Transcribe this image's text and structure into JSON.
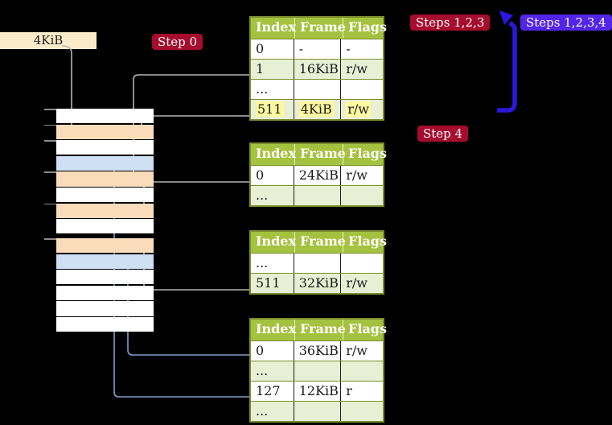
{
  "palette": {
    "background": "#000000",
    "label_box_bg": "#faecca",
    "badge_red": "#a60c2e",
    "badge_blue": "#5325e8",
    "badge_text": "#ffffff",
    "table_header_bg": "#a4c23f",
    "table_border": "#7d8c2e",
    "row_white": "#ffffff",
    "row_green": "#e9efd5",
    "highlight_yellow": "#fdf99e",
    "memory_free": "#ffffff",
    "memory_page_table": "#fbdcba",
    "memory_mapped_page": "#cfdff4",
    "connector_gray": "#b4b4b4",
    "connector_gray_head": "#a6a6a6",
    "connector_blue": "#7d9ecd",
    "connector_blue_head": "#5377b3",
    "recursive_arrow_blue": "#2b18dd",
    "tick_gray": "#8c8c8c"
  },
  "frame_label": {
    "text": "4KiB"
  },
  "badges": {
    "step0": "Step 0",
    "steps123": "Steps 1,2,3",
    "steps1234": "Steps 1,2,3,4",
    "step4": "Step 4"
  },
  "tables": [
    {
      "name": "page-table-level-4",
      "headers": [
        "Index",
        "Frame",
        "Flags"
      ],
      "rows": [
        {
          "cells": [
            "0",
            "-",
            "-"
          ]
        },
        {
          "cells": [
            "1",
            "16KiB",
            "r/w"
          ]
        },
        {
          "cells": [
            "...",
            "",
            ""
          ]
        },
        {
          "cells": [
            "511",
            "4KiB",
            "r/w"
          ],
          "highlight": true
        }
      ]
    },
    {
      "name": "page-table-level-3",
      "headers": [
        "Index",
        "Frame",
        "Flags"
      ],
      "rows": [
        {
          "cells": [
            "0",
            "24KiB",
            "r/w"
          ]
        },
        {
          "cells": [
            "...",
            "",
            ""
          ]
        }
      ]
    },
    {
      "name": "page-table-level-2",
      "headers": [
        "Index",
        "Frame",
        "Flags"
      ],
      "rows": [
        {
          "cells": [
            "...",
            "",
            ""
          ]
        },
        {
          "cells": [
            "511",
            "32KiB",
            "r/w"
          ]
        }
      ]
    },
    {
      "name": "page-table-level-1",
      "headers": [
        "Index",
        "Frame",
        "Flags"
      ],
      "rows": [
        {
          "cells": [
            "0",
            "36KiB",
            "r/w"
          ]
        },
        {
          "cells": [
            "...",
            "",
            ""
          ]
        },
        {
          "cells": [
            "127",
            "12KiB",
            "r"
          ]
        },
        {
          "cells": [
            "...",
            "",
            ""
          ]
        }
      ]
    }
  ],
  "memory_map": {
    "rows": [
      "free",
      "page_table",
      "free",
      "mapped_page",
      "page_table",
      "free",
      "page_table",
      "free",
      "page_table",
      "mapped_page",
      "free",
      "free",
      "free",
      "free"
    ]
  }
}
